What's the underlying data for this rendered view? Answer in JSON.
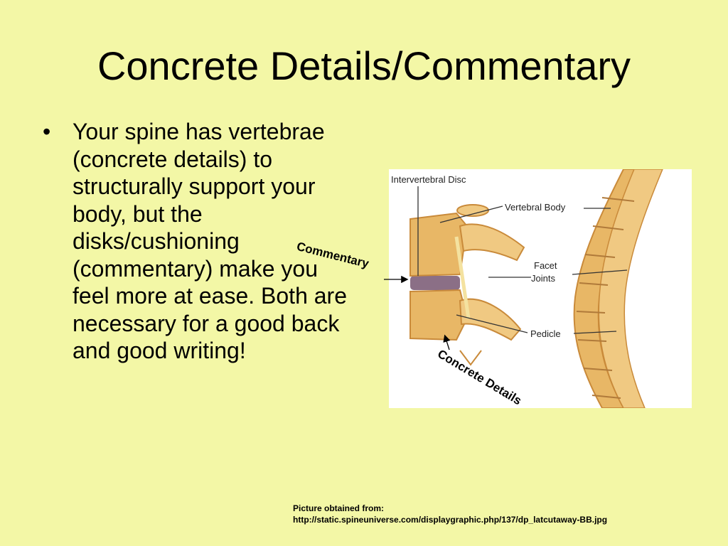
{
  "slide": {
    "title": "Concrete Details/Commentary",
    "bullets": [
      {
        "marker": "•",
        "text": "Your spine has vertebrae (concrete details) to structurally support your body, but the disks/cushioning (commentary) make you feel more at ease. Both are necessary for a good back and good writing!"
      }
    ],
    "figure": {
      "labels": {
        "intervertebral_disc": "Intervertebral Disc",
        "vertebral_body": "Vertebral Body",
        "facet": "Facet",
        "joints": "Joints",
        "pedicle": "Pedicle"
      }
    },
    "annotations": {
      "commentary": "Commentary",
      "concrete_details": "Concrete Details"
    },
    "source": {
      "line1": "Picture obtained from:",
      "line2": "http://static.spineuniverse.com/displaygraphic.php/137/dp_latcutaway-BB.jpg"
    }
  },
  "colors": {
    "background": "#f3f7a6",
    "bone": "#e8b766",
    "bone_shadow": "#c98a3a",
    "disc": "#8b6f86"
  }
}
